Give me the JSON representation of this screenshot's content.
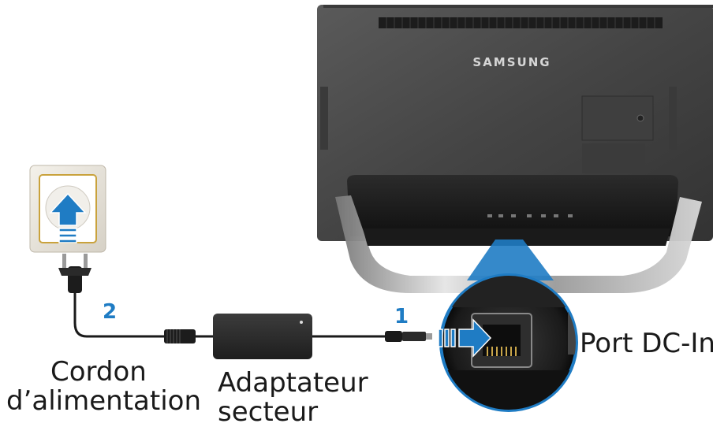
{
  "brand": "SAMSUNG",
  "steps": {
    "step1": "1",
    "step2": "2"
  },
  "labels": {
    "dc_port": "Port DC-In",
    "cord_line1": "Cordon",
    "cord_line2": "d’alimentation",
    "adapter_line1": "Adaptateur",
    "adapter_line2": "secteur"
  },
  "colors": {
    "arrow": "#1f7cc4",
    "step_number": "#1f7cc4",
    "monitor_back": "#4a4a4a",
    "cable": "#1a1a1a"
  },
  "icons": [
    "wall-outlet-icon",
    "power-plug-icon",
    "dc-connector-icon",
    "adapter-icon",
    "monitor-icon",
    "zoom-lens-icon",
    "arrow-up-icon",
    "arrow-right-icon"
  ]
}
